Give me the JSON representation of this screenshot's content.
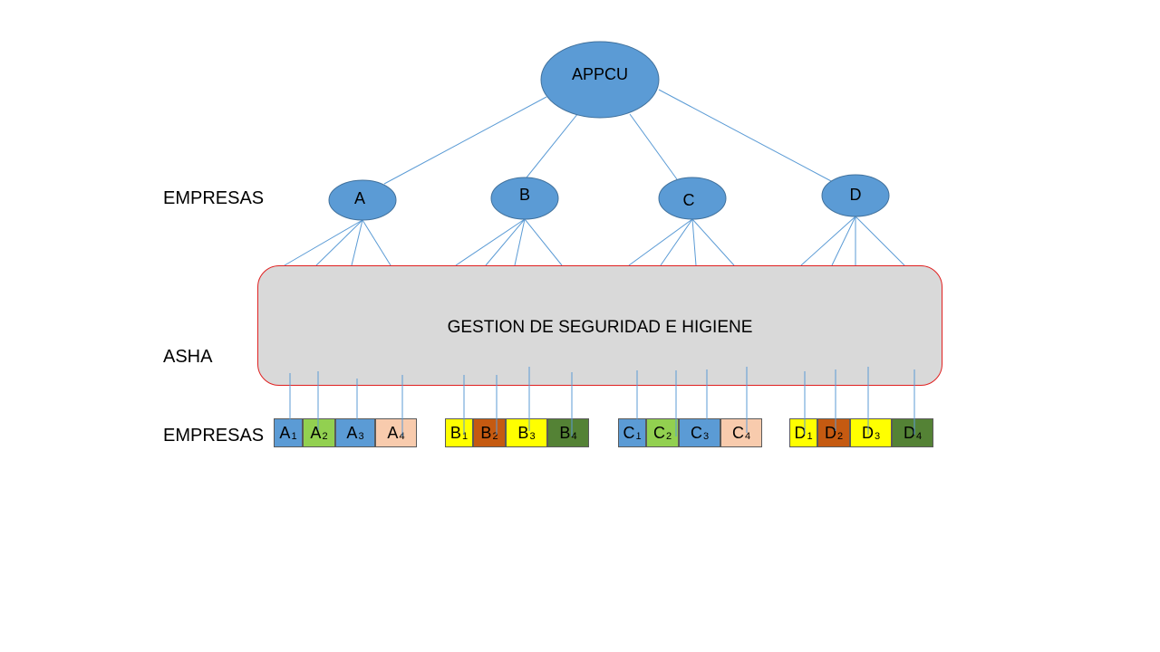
{
  "colors": {
    "node_fill": "#5b9bd5",
    "node_stroke": "#41719c",
    "line": "#5b9bd5",
    "panel_fill": "#d9d9d9",
    "panel_border": "#e02020",
    "blue": "#5b9bd5",
    "green": "#92d050",
    "peach": "#f8cbad",
    "yellow": "#ffff00",
    "orange": "#c55a11",
    "darkgreen": "#548235"
  },
  "labels": {
    "empresas_top": "EMPRESAS",
    "asha": "ASHA",
    "empresas_bottom": "EMPRESAS"
  },
  "root": {
    "label": "APPCU"
  },
  "companies": [
    {
      "label": "A"
    },
    {
      "label": "B"
    },
    {
      "label": "C"
    },
    {
      "label": "D"
    }
  ],
  "panel": {
    "text": "GESTION DE SEGURIDAD E HIGIENE"
  },
  "subsidiaries": [
    [
      {
        "letter": "A",
        "sub": "1",
        "color": "blue"
      },
      {
        "letter": "A",
        "sub": "2",
        "color": "green"
      },
      {
        "letter": "A",
        "sub": "3",
        "color": "blue"
      },
      {
        "letter": "A",
        "sub": "4",
        "color": "peach"
      }
    ],
    [
      {
        "letter": "B",
        "sub": "1",
        "color": "yellow"
      },
      {
        "letter": "B",
        "sub": "2",
        "color": "orange"
      },
      {
        "letter": "B",
        "sub": "3",
        "color": "yellow"
      },
      {
        "letter": "B",
        "sub": "4",
        "color": "darkgreen"
      }
    ],
    [
      {
        "letter": "C",
        "sub": "1",
        "color": "blue"
      },
      {
        "letter": "C",
        "sub": "2",
        "color": "green"
      },
      {
        "letter": "C",
        "sub": "3",
        "color": "blue"
      },
      {
        "letter": "C",
        "sub": "4",
        "color": "peach"
      }
    ],
    [
      {
        "letter": "D",
        "sub": "1",
        "color": "yellow"
      },
      {
        "letter": "D",
        "sub": "2",
        "color": "orange"
      },
      {
        "letter": "D",
        "sub": "3",
        "color": "yellow"
      },
      {
        "letter": "D",
        "sub": "4",
        "color": "darkgreen"
      }
    ]
  ]
}
